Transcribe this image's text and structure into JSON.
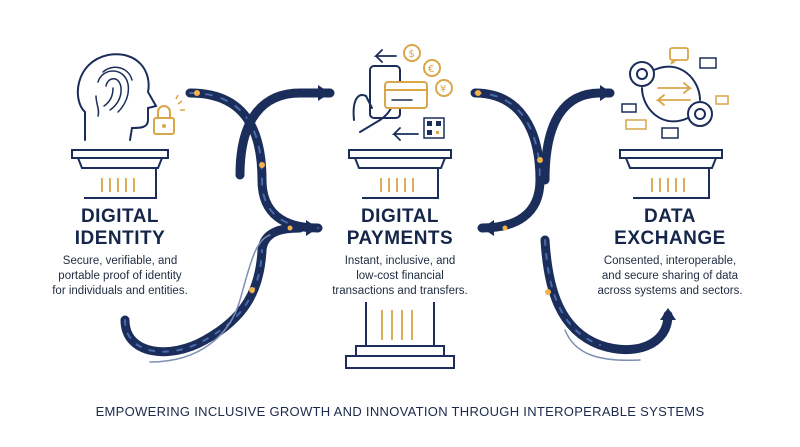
{
  "pillars": [
    {
      "title_line1": "DIGITAL",
      "title_line2": "IDENTITY",
      "desc_lines": [
        "Secure, verifiable, and",
        "portable proof of identity",
        "for individuals and entities."
      ]
    },
    {
      "title_line1": "DIGITAL",
      "title_line2": "PAYMENTS",
      "desc_lines": [
        "Instant, inclusive, and",
        "low-cost financial",
        "transactions and transfers."
      ]
    },
    {
      "title_line1": "DATA",
      "title_line2": "EXCHANGE",
      "desc_lines": [
        "Consented, interoperable,",
        "and secure sharing of data",
        "across systems and sectors."
      ]
    }
  ],
  "footer": "EMPOWERING INCLUSIVE GROWTH AND INNOVATION THROUGH INTEROPERABLE SYSTEMS",
  "colors": {
    "navy": "#1b2d5a",
    "gold": "#d9a64a",
    "glow": "#f3b24a"
  }
}
